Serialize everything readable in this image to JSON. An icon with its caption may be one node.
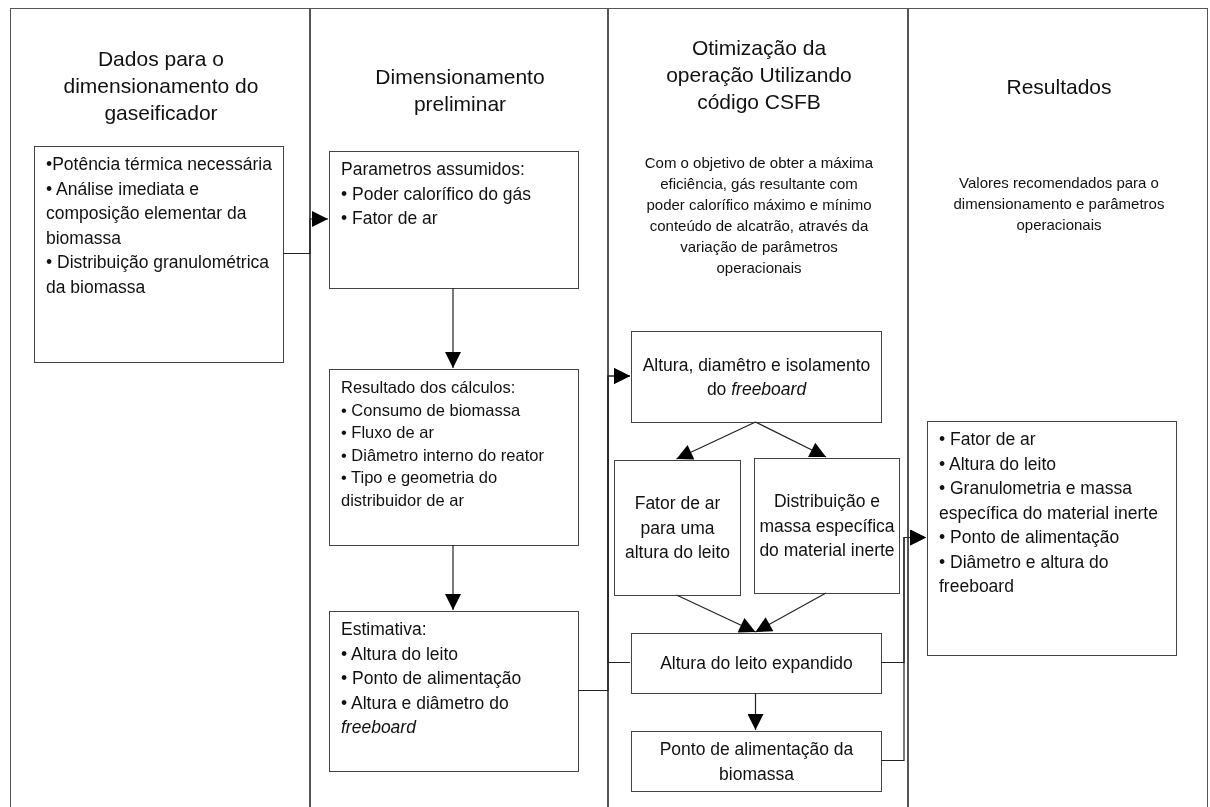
{
  "diagram": {
    "nodes": [
      {
        "text": [
          "Dados para o dimensionamento do gaseificador"
        ]
      },
      {
        "text": [
          "•Potência térmica necessária",
          "• Análise imediata e composição elementar da biomassa",
          "• Distribuição granulométrica da biomassa"
        ],
        "in": 0
      },
      {
        "text": [
          "Dimensionamento preliminar"
        ]
      },
      {
        "text": [
          "Parametros assumidos:",
          "• Poder calorífico do gás",
          "• Fator de ar"
        ],
        "in": 2
      },
      {
        "text": [
          "Resultado dos cálculos:",
          "• Consumo de biomassa",
          "• Fluxo de ar",
          "• Diâmetro interno do reator",
          "• Tipo e geometria do distribuidor de ar"
        ],
        "in": 2
      },
      {
        "text": [
          "Estimativa:",
          "• Altura do leito",
          "• Ponto de alimentação",
          "• Altura e diâmetro do *freeboard*"
        ],
        "in": 2
      },
      {
        "text": [
          "Otimização da operação Utilizando código CSFB",
          "Com o objetivo de obter a máxima eficiência, gás resultante com poder calorífico máximo e mínimo conteúdo de alcatrão, através da variação de parâmetros operacionais"
        ]
      },
      {
        "text": [
          "Altura, diamêtro e isolamento do *freeboard*"
        ],
        "in": 6
      },
      {
        "text": [
          "Fator de ar para uma altura do leito"
        ],
        "in": 6
      },
      {
        "text": [
          "Distribuição e massa específica do material inerte"
        ],
        "in": 6
      },
      {
        "text": [
          "Altura do leito expandido"
        ],
        "in": 6
      },
      {
        "text": [
          "Ponto de alimentação da biomassa"
        ],
        "in": 6
      },
      {
        "text": [
          "Resultados",
          "Valores recomendados para o dimensionamento e parâmetros operacionais"
        ]
      },
      {
        "text": [
          "• Fator de ar",
          "• Altura do leito",
          "• Granulometria e massa específica do material inerte",
          "• Ponto de alimentação",
          "• Diâmetro e altura do freeboard"
        ],
        "in": 12
      }
    ],
    "edges": [
      {
        "from": 1,
        "to": 3,
        "arrow": "to"
      },
      {
        "from": 3,
        "to": 4,
        "arrow": "to"
      },
      {
        "from": 4,
        "to": 5,
        "arrow": "to"
      },
      {
        "from": 5,
        "to": 7,
        "arrow": "to"
      },
      {
        "from": 10,
        "to": 7,
        "arrow": "to"
      },
      {
        "from": 7,
        "to": 8,
        "arrow": "to"
      },
      {
        "from": 7,
        "to": 9,
        "arrow": "to"
      },
      {
        "from": 8,
        "to": 10,
        "arrow": "to"
      },
      {
        "from": 9,
        "to": 10,
        "arrow": "to"
      },
      {
        "from": 10,
        "to": 11,
        "arrow": "to"
      },
      {
        "from": 10,
        "to": 13,
        "arrow": "to"
      },
      {
        "from": 11,
        "to": 13,
        "arrow": "to"
      }
    ]
  }
}
